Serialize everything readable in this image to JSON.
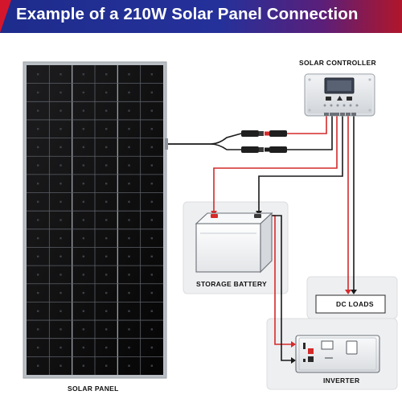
{
  "header": {
    "title": "Example of a 210W Solar Panel Connection"
  },
  "labels": {
    "solar_controller": "SOLAR CONTROLLER",
    "storage_battery": "STORAGE BATTERY",
    "dc_loads": "DC LOADS",
    "inverter": "INVERTER",
    "solar_panel": "SOLAR PANEL"
  },
  "colors": {
    "banner_blue": "#25319a",
    "banner_red": "#d4162c",
    "positive_wire": "#d42a2a",
    "negative_wire": "#1a1a1a",
    "panel_cell": "#0d0d0d",
    "panel_frame": "#b9bec4"
  }
}
